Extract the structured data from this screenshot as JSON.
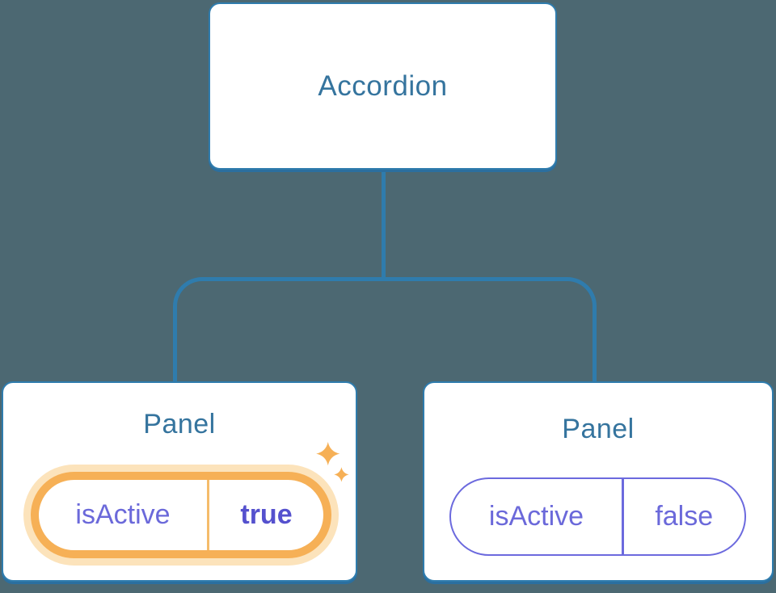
{
  "diagram": {
    "description": "React component tree: Accordion parent passing isActive prop to two Panel children",
    "root": {
      "label": "Accordion"
    },
    "children": [
      {
        "label": "Panel",
        "prop_name": "isActive",
        "prop_value": "true",
        "state": "active",
        "highlighted": true
      },
      {
        "label": "Panel",
        "prop_name": "isActive",
        "prop_value": "false",
        "state": "inactive",
        "highlighted": false
      }
    ]
  },
  "icons": {
    "sparkles": "sparkles-icon"
  },
  "colors": {
    "background": "#4c6872",
    "connector_blue": "#2f7cad",
    "box_fill": "#ffffff",
    "box_border": "#2f7cad",
    "title_text": "#35749e",
    "prop_purple": "#6b69da",
    "prop_value_bold_purple": "#5551ce",
    "highlight_orange": "#f6b056",
    "highlight_glow": "#fce3bb"
  }
}
